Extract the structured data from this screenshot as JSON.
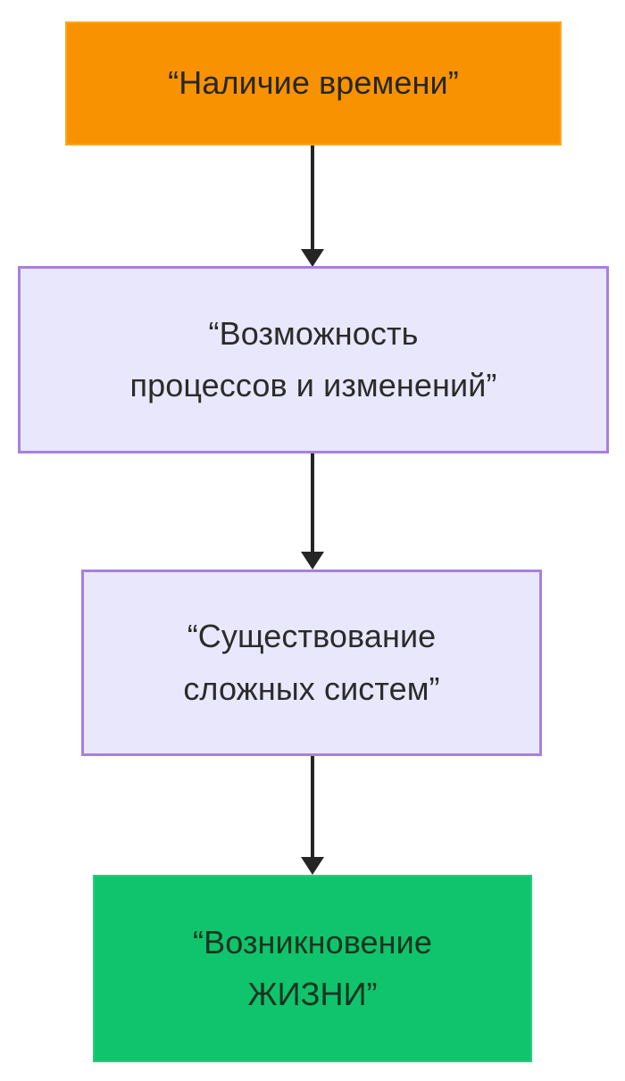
{
  "diagram": {
    "title": "Causal chain: time availability to emergence of life",
    "direction": "top-to-bottom",
    "background": "#ffffff"
  },
  "nodes": [
    {
      "id": "time",
      "name": "node-time-availability",
      "lines": [
        "“Наличие времени”"
      ],
      "fill": "#F99200",
      "border": "#FBA726",
      "text_color": "#262626"
    },
    {
      "id": "processes",
      "name": "node-possibility-of-processes",
      "lines": [
        "“Возможность",
        "процессов и изменений”"
      ],
      "fill": "#E9E7FB",
      "border": "#A880DE",
      "text_color": "#2b2b2b"
    },
    {
      "id": "systems",
      "name": "node-existence-of-complex-systems",
      "lines": [
        "“Существование",
        "сложных систем”"
      ],
      "fill": "#E9E7FB",
      "border": "#A880DE",
      "text_color": "#2b2b2b"
    },
    {
      "id": "life",
      "name": "node-emergence-of-life",
      "lines": [
        "“Возникновение",
        "ЖИЗНИ”"
      ],
      "fill": "#0FC46C",
      "border": "#25CE7C",
      "text_color": "#17331F"
    }
  ],
  "edges": [
    {
      "id": "edge-time-processes",
      "from": "time",
      "to": "processes",
      "color": "#252525",
      "arrow": "filled-triangle"
    },
    {
      "id": "edge-processes-systems",
      "from": "processes",
      "to": "systems",
      "color": "#252525",
      "arrow": "filled-triangle"
    },
    {
      "id": "edge-systems-life",
      "from": "systems",
      "to": "life",
      "color": "#252525",
      "arrow": "filled-triangle"
    }
  ]
}
